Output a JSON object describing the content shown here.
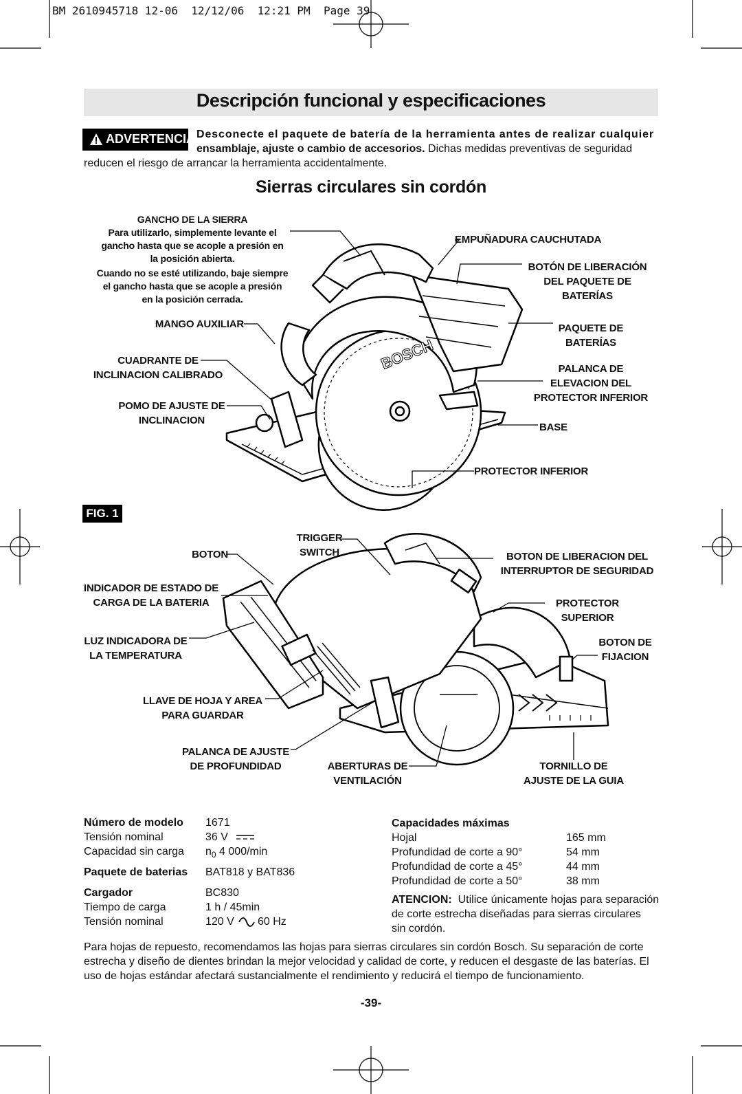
{
  "header_line": "BM 2610945718 12-06  12/12/06  12:21 PM  Page 39",
  "section_title": "Descripción funcional y especificaciones",
  "warning": {
    "badge": "ADVERTENCIA",
    "bold_text": "Desconecte el paquete de batería de la herramienta antes de realizar cualquier ensamblaje, ajuste o cambio de accesorios.",
    "line1": "Desconecte el paquete de batería de la herramienta antes de realizar cualquier",
    "line2_bold": "ensamblaje, ajuste o cambio de accesorios.",
    "line2_rest": " Dichas medidas preventivas de seguridad",
    "line3": "reducen el riesgo de arrancar la herramienta accidentalmente."
  },
  "subtitle": "Sierras circulares sin cordón",
  "fig_label": "FIG. 1",
  "upper_labels": {
    "gancho_title": "GANCHO DE LA SIERRA",
    "gancho_l1": "Para utilizarlo, simplemente levante el",
    "gancho_l2": "gancho hasta que se acople a presión en",
    "gancho_l3": "la  posición abierta.",
    "gancho_l4": "Cuando no se esté utilizando, baje siempre",
    "gancho_l5": "el gancho hasta que se acople a presión",
    "gancho_l6": "en la posición cerrada.",
    "mango": "MANGO AUXILIAR",
    "cuadrante_1": "CUADRANTE DE",
    "cuadrante_2": "INCLINACION CALIBRADO",
    "pomo_1": "POMO DE AJUSTE DE",
    "pomo_2": "INCLINACION",
    "empunadura": "EMPUÑADURA CAUCHUTADA",
    "boton_lib_1": "BOTÓN DE  LIBERACIÓN",
    "boton_lib_2": "DEL PAQUETE DE",
    "boton_lib_3": "BATERÍAS",
    "paquete_1": "PAQUETE DE",
    "paquete_2": "BATERÍAS",
    "palanca_1": "PALANCA DE",
    "palanca_2": "ELEVACION DEL",
    "palanca_3": "PROTECTOR INFERIOR",
    "base": "BASE",
    "protector_inf": "PROTECTOR INFERIOR",
    "brand": "BOSCH"
  },
  "lower_labels": {
    "boton": "BOTON",
    "trigger_1": "TRIGGER",
    "trigger_2": "SWITCH",
    "indicador_1": "INDICADOR DE ESTADO DE",
    "indicador_2": "CARGA DE LA BATERIA",
    "luz_1": "LUZ INDICADORA DE",
    "luz_2": "LA TEMPERATURA",
    "llave_1": "LLAVE DE HOJA Y AREA",
    "llave_2": "PARA GUARDAR",
    "palanca_prof_1": "PALANCA DE AJUSTE",
    "palanca_prof_2": "DE PROFUNDIDAD",
    "aberturas_1": "ABERTURAS DE",
    "aberturas_2": "VENTILACIÓN",
    "boton_lib_int_1": "BOTON DE LIBERACION DEL",
    "boton_lib_int_2": "INTERRUPTOR DE SEGURIDAD",
    "protector_sup_1": "PROTECTOR",
    "protector_sup_2": "SUPERIOR",
    "boton_fij_1": "BOTON DE",
    "boton_fij_2": "FIJACION",
    "tornillo_1": "TORNILLO DE",
    "tornillo_2": "AJUSTE DE LA GUIA"
  },
  "specs_left": [
    {
      "label": "Número de modelo",
      "value": "1671",
      "bold": true
    },
    {
      "label": "Tensión nominal",
      "value": "36 V",
      "bold": false
    },
    {
      "label": "Capacidad sin carga",
      "value_prefix": "n",
      "value_sub": "0",
      "value": "4 000/min",
      "bold": false
    },
    {
      "label": "Paquete de baterias",
      "value": "BAT818 y BAT836",
      "bold": true
    },
    {
      "label": "Cargador",
      "value": "BC830",
      "bold": true
    },
    {
      "label": "Tiempo de carga",
      "value": "1 h / 45min",
      "bold": false
    },
    {
      "label": "Tensión nominal",
      "value_a": "120 V",
      "value_b": "60 Hz",
      "bold": false
    }
  ],
  "specs_right": {
    "title": "Capacidades máximas",
    "rows": [
      {
        "label": "Hojal",
        "value": "165 mm"
      },
      {
        "label": "Profundidad de corte a 90°",
        "value": "54 mm"
      },
      {
        "label": "Profundidad de corte a 45°",
        "value": "44 mm"
      },
      {
        "label": "Profundidad de corte a 50°",
        "value": "38 mm"
      }
    ],
    "atencion_bold": "ATENCION:",
    "atencion_l1": "  Utilice únicamente hojas para separación",
    "atencion_l2": "de corte estrecha diseñadas para sierras circulares",
    "atencion_l3": "sin cordón."
  },
  "footer_para": {
    "l1": "Para hojas de repuesto, recomendamos las hojas para sierras circulares sin cordón Bosch.  Su separación de corte",
    "l2": "estrecha y diseño de dientes brindan la mejor velocidad y calidad de corte, y reducen el desgaste de las baterías.  El",
    "l3": "uso de hojas estándar afectará sustancialmente el rendimiento y reducirá el tiempo de funcionamiento."
  },
  "page_number": "-39-"
}
